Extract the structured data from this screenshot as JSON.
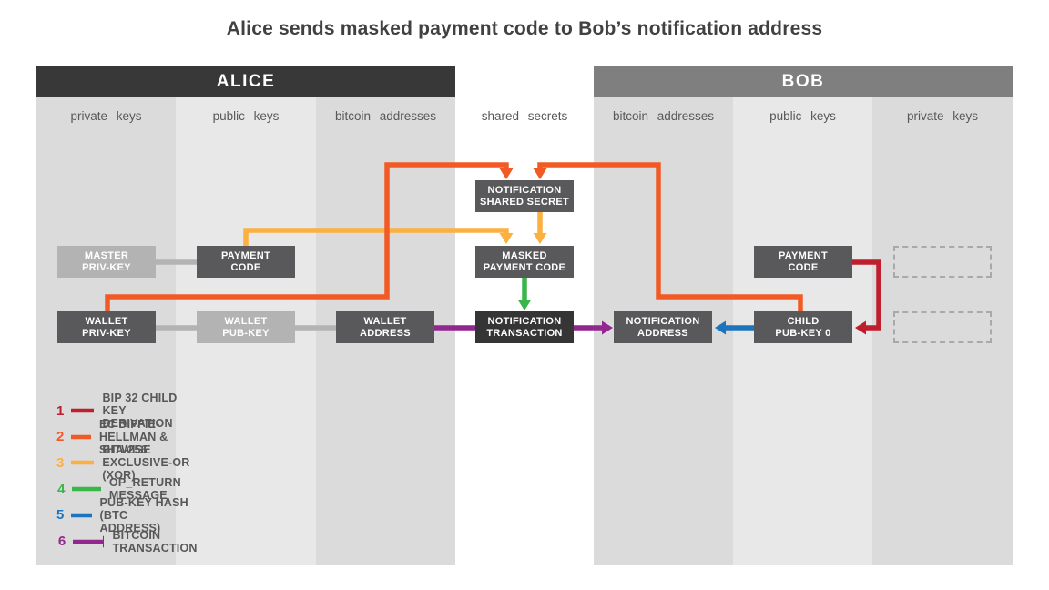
{
  "title": "Alice sends masked payment code to Bob’s notification address",
  "alice": {
    "header": "ALICE",
    "columns": [
      "private keys",
      "public keys",
      "bitcoin addresses"
    ],
    "nodes": {
      "master_priv_key": "MASTER\nPRIV-KEY",
      "payment_code": "PAYMENT\nCODE",
      "wallet_priv_key": "WALLET\nPRIV-KEY",
      "wallet_pub_key": "WALLET\nPUB-KEY",
      "wallet_address": "WALLET\nADDRESS"
    }
  },
  "shared": {
    "column": "shared secrets",
    "nodes": {
      "notification_shared_secret": "NOTIFICATION\nSHARED SECRET",
      "masked_payment_code": "MASKED\nPAYMENT CODE",
      "notification_transaction": "NOTIFICATION\nTRANSACTION"
    }
  },
  "bob": {
    "header": "BOB",
    "columns": [
      "bitcoin addresses",
      "public keys",
      "private keys"
    ],
    "nodes": {
      "notification_address": "NOTIFICATION\nADDRESS",
      "payment_code": "PAYMENT\nCODE",
      "child_pub_key_0": "CHILD\nPUB-KEY 0"
    }
  },
  "legend": {
    "items": [
      {
        "number": "1",
        "color_key": "red",
        "label": "BIP 32 CHILD KEY DERIVATION"
      },
      {
        "number": "2",
        "color_key": "orange",
        "label": "EC DIFFIE-HELLMAN & SHA-256"
      },
      {
        "number": "3",
        "color_key": "yellow",
        "label": "BITWISE EXCLUSIVE-OR (XOR)"
      },
      {
        "number": "4",
        "color_key": "green",
        "label": "OP_RETURN MESSAGE"
      },
      {
        "number": "5",
        "color_key": "blue",
        "label": "PUB-KEY HASH (BTC ADDRESS)"
      },
      {
        "number": "6",
        "color_key": "purple",
        "label": "BITCOIN TRANSACTION"
      }
    ]
  },
  "colors": {
    "red": "#be1e2d",
    "orange": "#f15a24",
    "yellow": "#fbb040",
    "green": "#39b54a",
    "blue": "#1c75bc",
    "purple": "#92278f",
    "connector_gray": "#b3b3b3",
    "alice_header_bg": "#383838",
    "bob_header_bg": "#7f7f7f",
    "dark_box": "#59595b",
    "light_box": "#b3b3b3",
    "darkest_box": "#353535"
  }
}
